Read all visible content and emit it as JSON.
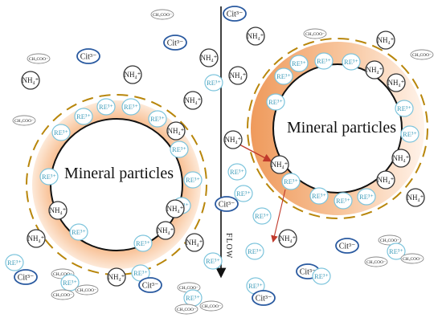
{
  "labels": {
    "mineral_left": "Mineral particles",
    "mineral_right": "Mineral particles",
    "flow": "FLOW"
  },
  "ions": {
    "nh4": "NH₄⁺",
    "re": "RE³⁺",
    "cit": "Cit³⁻",
    "acetate": "CH₃COO⁻"
  },
  "colors": {
    "particle_ring_outer": "#f0a66a",
    "particle_ring_inner": "#fde3cf",
    "dashed_border": "#b8860b",
    "re_ion_stroke": "#7cc4dc",
    "cit_ion_stroke": "#2a5aa0",
    "nh4_ion_stroke": "#333333",
    "acetate_ion_stroke": "#888888",
    "arrow_red": "#c0392b"
  }
}
